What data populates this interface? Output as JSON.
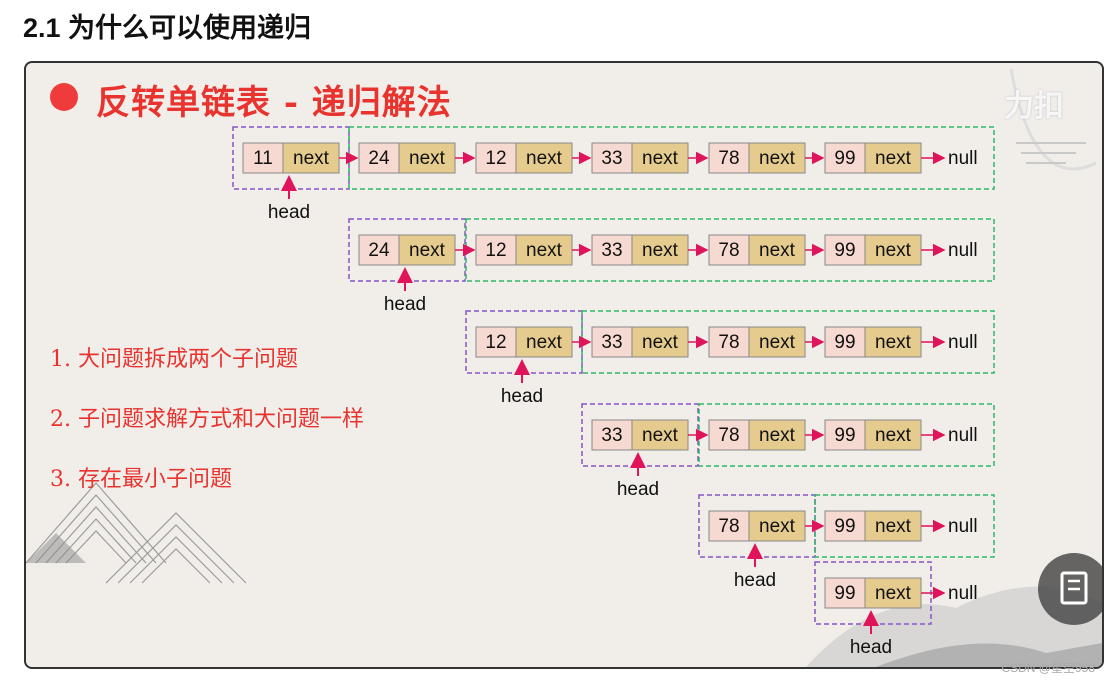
{
  "page": {
    "heading": "2.1 为什么可以使用递归",
    "footer": "CSDN @星空958"
  },
  "slide": {
    "title": "反转单链表 - 递归解法",
    "watermark": "力扣",
    "title_dot_color": "#ef3b3b"
  },
  "notes": [
    "1. 大问题拆成两个子问题",
    "2. 子问题求解方式和大问题一样",
    "3. 存在最小子问题"
  ],
  "diagram": {
    "next_label": "next",
    "null_label": "null",
    "head_label": "head",
    "colors": {
      "value_fill": "#f6d9d0",
      "next_fill": "#e5cb8e",
      "arrow": "#e0145a",
      "head_box": "#8855c8",
      "rest_box": "#2fb56a"
    },
    "rows": [
      [
        11,
        24,
        12,
        33,
        78,
        99
      ],
      [
        24,
        12,
        33,
        78,
        99
      ],
      [
        12,
        33,
        78,
        99
      ],
      [
        33,
        78,
        99
      ],
      [
        78,
        99
      ],
      [
        99
      ]
    ]
  },
  "icons": {
    "read_button": "book-icon"
  }
}
